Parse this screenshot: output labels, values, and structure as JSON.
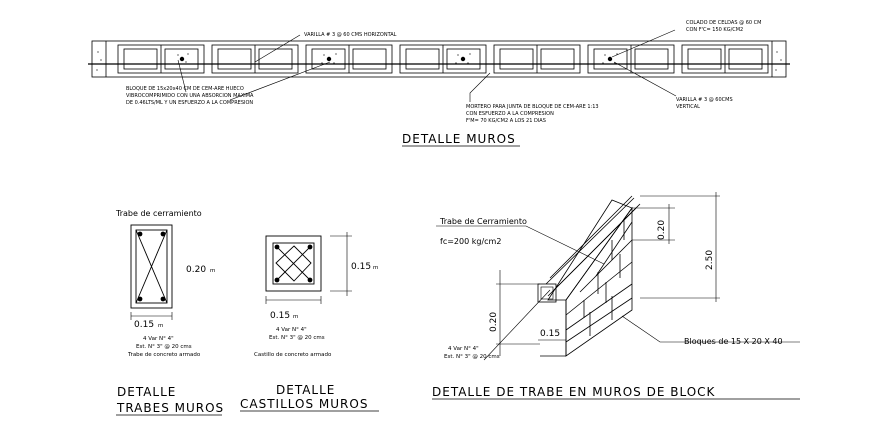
{
  "top": {
    "title": "DETALLE  MUROS",
    "notes": {
      "horizontal_rebar": "VARILLA # 3 @ 60 CMS HORIZONTAL",
      "grout": [
        "COLADO DE CELDAS @ 60 CM",
        "CON F'C= 150 KG/CM2"
      ],
      "block": [
        "BLOQUE DE 15x20x40 CM DE CEM-ARE HUECO",
        "VIBROCOMPRIMIDO CON UNA ABSORCION MAXIMA",
        "DE 0.46LTS/ML Y UN ESFUERZO A LA COMPRESION"
      ],
      "mortar": [
        "MORTERO PARA JUNTA DE BLOQUE DE CEM-ARE 1:13",
        "CON ESFUERZO A LA COMPRESION",
        "F'M= 70 KG/CM2 A LOS 21 DIAS"
      ],
      "vertical_rebar": [
        "VARILLA # 3 @ 60CMS",
        "VERTICAL"
      ]
    }
  },
  "trabe": {
    "caption": "Trabe de cerramiento",
    "height": "0.20",
    "height_unit": "m",
    "width": "0.15",
    "width_unit": "m",
    "notes": [
      "4 Var N° 4\"",
      "Est. N° 3\" @ 20 cms",
      "Trabe de concreto armado"
    ],
    "title_line1": "DETALLE",
    "title_line2": "TRABES MUROS"
  },
  "castillo": {
    "height": "0.15",
    "height_unit": "m",
    "width": "0.15",
    "width_unit": "m",
    "notes": [
      "4 Var N° 4\"",
      "Est. N° 3\" @ 20 cms",
      "Castillo de concreto armado"
    ],
    "title_line1": "DETALLE",
    "title_line2": "CASTILLOS MUROS"
  },
  "iso": {
    "label_trabe": "Trabe de Cerramiento",
    "label_fc": "fc=200 kg/cm2",
    "dim_top": "0.20",
    "dim_total": "2.50",
    "dim_left": "0.20",
    "dim_width": "0.15",
    "notes": [
      "4 Var N° 4\"",
      "Est. N° 3\" @ 20 cms"
    ],
    "blocks": "Bloques de 15 X 20 X 40",
    "title": "DETALLE  DE  TRABE  EN  MUROS  DE  BLOCK"
  }
}
